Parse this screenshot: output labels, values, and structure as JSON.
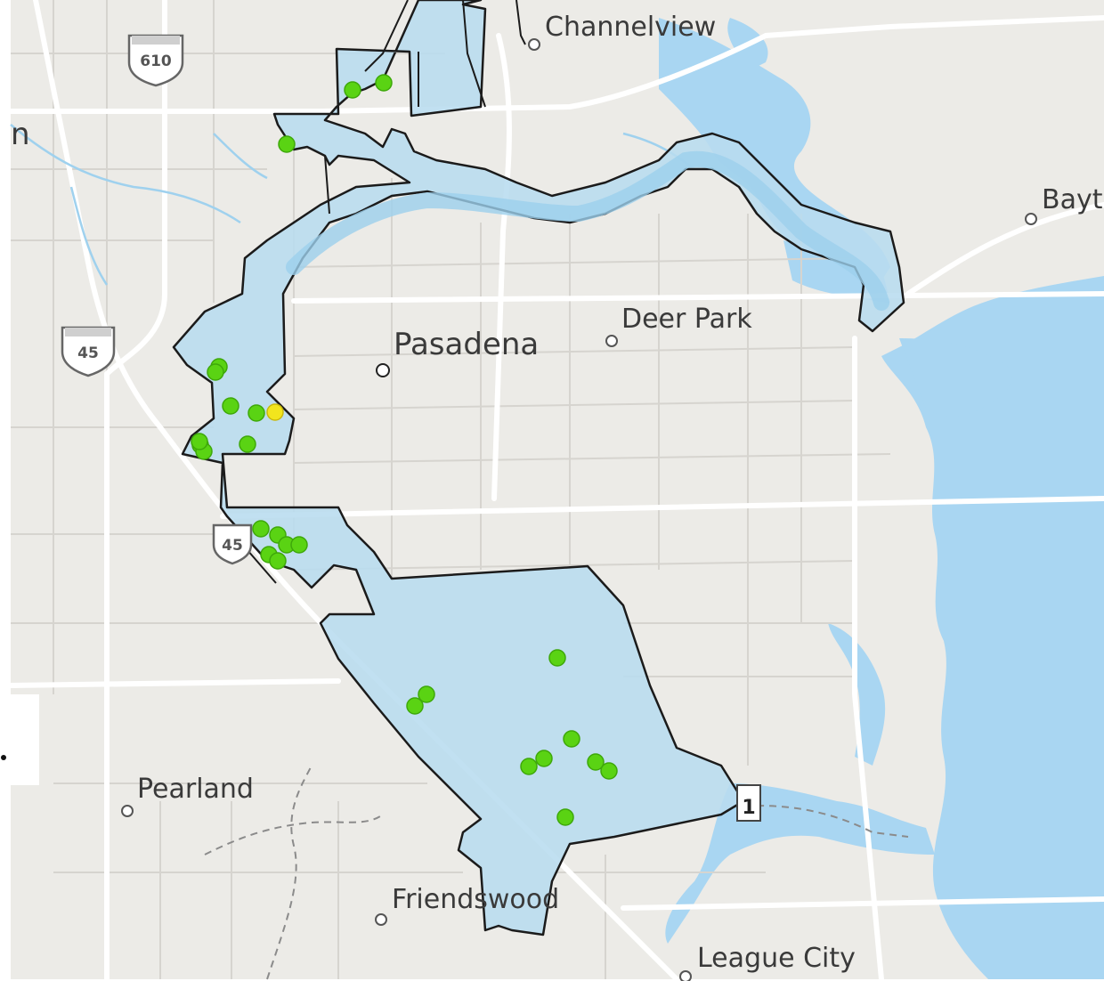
{
  "map": {
    "place_labels": {
      "channelview": "Channelview",
      "baytown": "Bayt",
      "deer_park": "Deer Park",
      "pasadena": "Pasadena",
      "pearland": "Pearland",
      "friendswood": "Friendswood",
      "league_city": "League City",
      "edge_fragment": "n"
    },
    "highway_shields": {
      "i610": "610",
      "i45_north": "45",
      "i45_south": "45",
      "route_east": "1"
    },
    "colors": {
      "land": "#ecebe7",
      "water": "#a9d6f2",
      "district_fill": "#b8dcef",
      "district_outline": "#1b1b1b",
      "site_green": "#5ad313",
      "site_yellow": "#f2e51d",
      "road_major": "#ffffff",
      "road_minor": "#d9d7d2"
    },
    "sites": [
      {
        "id": 1,
        "status": "green"
      },
      {
        "id": 2,
        "status": "green"
      },
      {
        "id": 3,
        "status": "green"
      },
      {
        "id": 4,
        "status": "green"
      },
      {
        "id": 5,
        "status": "green"
      },
      {
        "id": 6,
        "status": "green"
      },
      {
        "id": 7,
        "status": "yellow"
      },
      {
        "id": 8,
        "status": "green"
      },
      {
        "id": 9,
        "status": "green"
      },
      {
        "id": 10,
        "status": "green"
      },
      {
        "id": 11,
        "status": "green"
      },
      {
        "id": 12,
        "status": "green"
      },
      {
        "id": 13,
        "status": "green"
      },
      {
        "id": 14,
        "status": "green"
      },
      {
        "id": 15,
        "status": "green"
      },
      {
        "id": 16,
        "status": "green"
      },
      {
        "id": 17,
        "status": "green"
      },
      {
        "id": 18,
        "status": "green"
      },
      {
        "id": 19,
        "status": "green"
      },
      {
        "id": 20,
        "status": "green"
      },
      {
        "id": 21,
        "status": "green"
      },
      {
        "id": 22,
        "status": "green"
      },
      {
        "id": 23,
        "status": "green"
      },
      {
        "id": 24,
        "status": "green"
      },
      {
        "id": 25,
        "status": "green"
      },
      {
        "id": 26,
        "status": "green"
      },
      {
        "id": 27,
        "status": "green"
      }
    ]
  }
}
